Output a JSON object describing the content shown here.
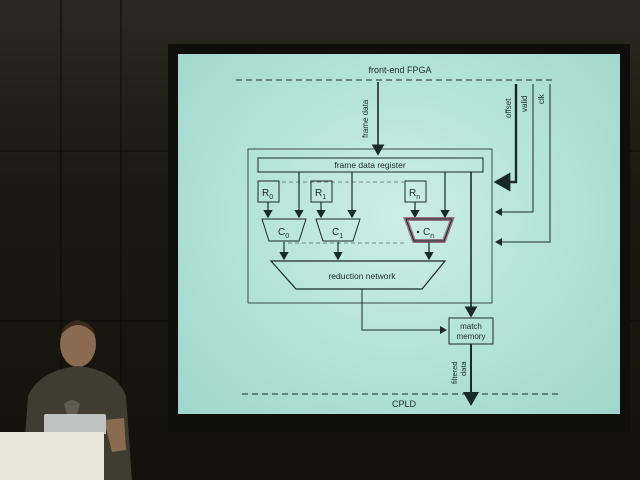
{
  "slide": {
    "top_label": "front-end FPGA",
    "bottom_label": "CPLD",
    "frame_data": "frame data",
    "offset": "offset",
    "valid": "valid",
    "clk": "clk",
    "register": "frame data register",
    "registers": [
      {
        "base": "R",
        "sub": "0"
      },
      {
        "base": "R",
        "sub": "1"
      },
      {
        "base": "R",
        "sub": "n"
      }
    ],
    "comparators": [
      {
        "base": "C",
        "sub": "0"
      },
      {
        "base": "C",
        "sub": "1"
      },
      {
        "base": "C",
        "sub": "n"
      }
    ],
    "reduction": "reduction network",
    "match_line1": "match",
    "match_line2": "memory",
    "filtered_line1": "filtered",
    "filtered_line2": "data"
  },
  "colors": {
    "slide_bg": "#b6e4da",
    "ink": "#1b2a28",
    "highlight": "#8a4a66"
  }
}
